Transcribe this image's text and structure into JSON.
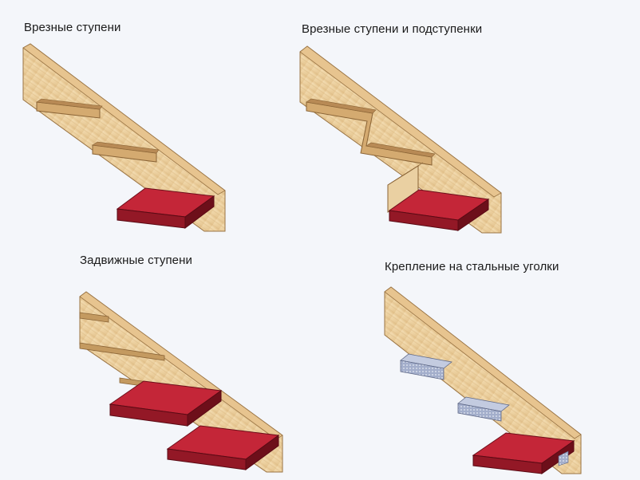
{
  "panels": [
    {
      "caption": "Врезные ступени"
    },
    {
      "caption": "Врезные ступени и подступенки"
    },
    {
      "caption": "Задвижные ступени"
    },
    {
      "caption": "Крепление на стальные уголки"
    }
  ],
  "colors": {
    "background": "#f4f6fa",
    "wood_light": "#f0d6a8",
    "wood_mid": "#dcb47e",
    "wood_dark": "#b98a55",
    "tread_top": "#c82a3a",
    "tread_front": "#8e1623",
    "tread_side": "#6d0f1a",
    "steel": "#9aa6c4"
  }
}
